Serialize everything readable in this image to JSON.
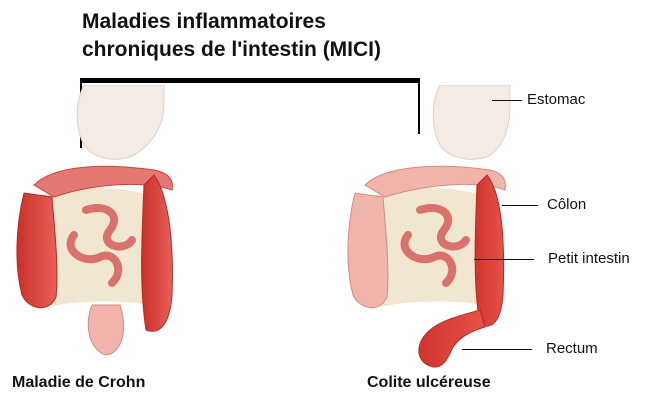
{
  "title": {
    "line1": "Maladies inflammatoires",
    "line2": "chroniques de l'intestin (MICI)"
  },
  "left_caption": "Maladie de Crohn",
  "right_caption": "Colite ulcéreuse",
  "labels": {
    "stomach": "Estomac",
    "colon": "Côlon",
    "small_intestine": "Petit intestin",
    "rectum": "Rectum"
  },
  "colors": {
    "inflamed": "#d63a32",
    "healthy": "#f0b4ac",
    "small_intestine": "#e48e8a",
    "stomach": "#f4ece4",
    "mesentery": "#efe2c8"
  }
}
